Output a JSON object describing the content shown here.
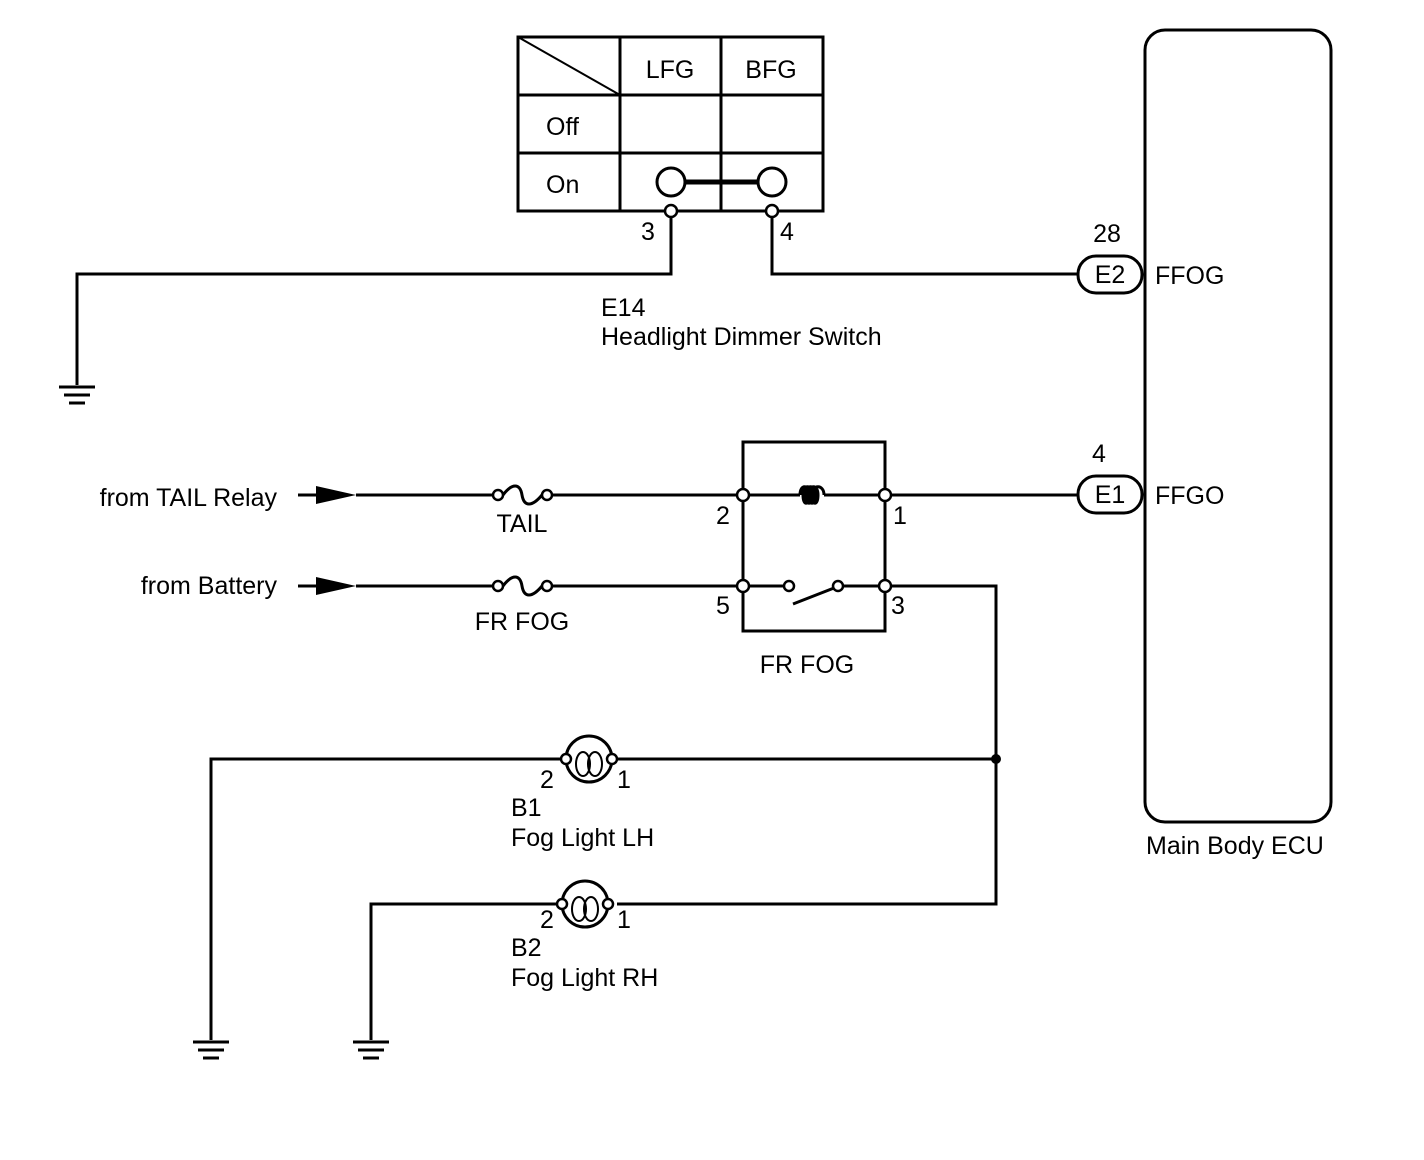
{
  "switch_table": {
    "col_lfg": "LFG",
    "col_bfg": "BFG",
    "row_off": "Off",
    "row_on": "On",
    "pin_3": "3",
    "pin_4": "4"
  },
  "dimmer_switch": {
    "code": "E14",
    "name": "Headlight Dimmer Switch"
  },
  "ecu": {
    "name": "Main Body ECU",
    "conn_e2_pin": "28",
    "conn_e2": "E2",
    "signal_ffog": "FFOG",
    "conn_e1_pin": "4",
    "conn_e1": "E1",
    "signal_ffgo": "FFGO"
  },
  "inputs": {
    "tail_relay": "from TAIL Relay",
    "battery": "from Battery"
  },
  "fuses": {
    "tail": "TAIL",
    "fr_fog": "FR FOG"
  },
  "relay": {
    "name": "FR FOG",
    "pin_1": "1",
    "pin_2": "2",
    "pin_3": "3",
    "pin_5": "5"
  },
  "fog_lh": {
    "pin_2": "2",
    "pin_1": "1",
    "code": "B1",
    "name": "Fog Light LH"
  },
  "fog_rh": {
    "pin_2": "2",
    "pin_1": "1",
    "code": "B2",
    "name": "Fog Light RH"
  }
}
